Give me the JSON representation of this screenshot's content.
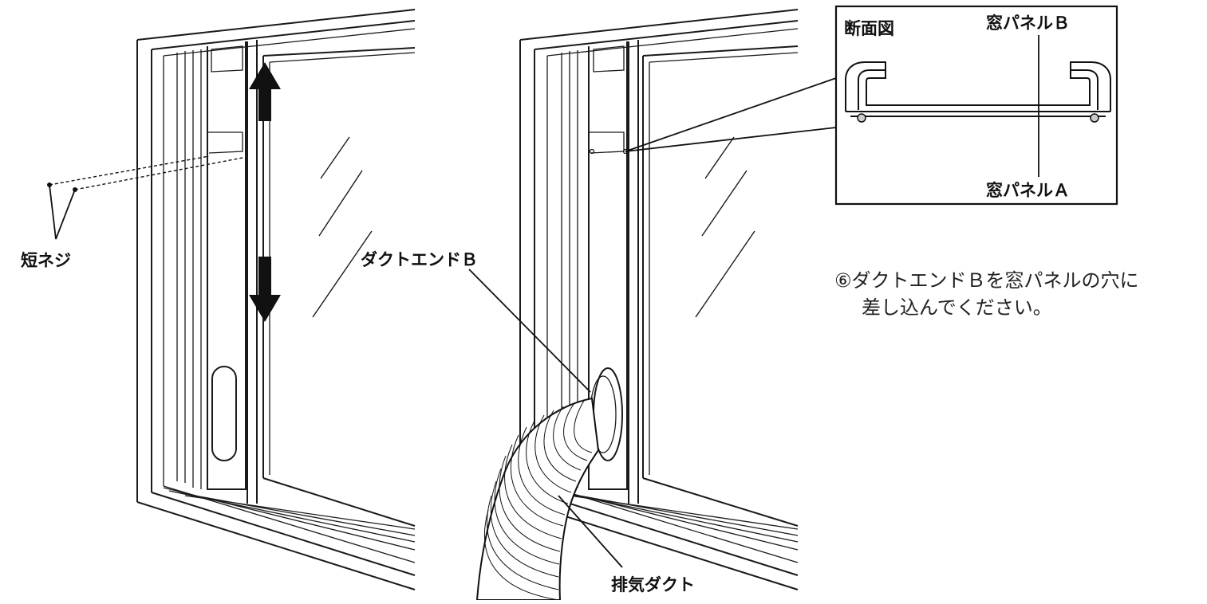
{
  "labels": {
    "short_screw": "短ネジ",
    "duct_end_b": "ダクトエンドＢ",
    "exhaust_duct": "排気ダクト",
    "section_view": "断面図",
    "window_panel_b": "窓パネルＢ",
    "window_panel_a": "窓パネルＡ"
  },
  "instruction": {
    "line1": "⑥ダクトエンドＢを窓パネルの穴に",
    "line2": "差し込んでください。"
  }
}
